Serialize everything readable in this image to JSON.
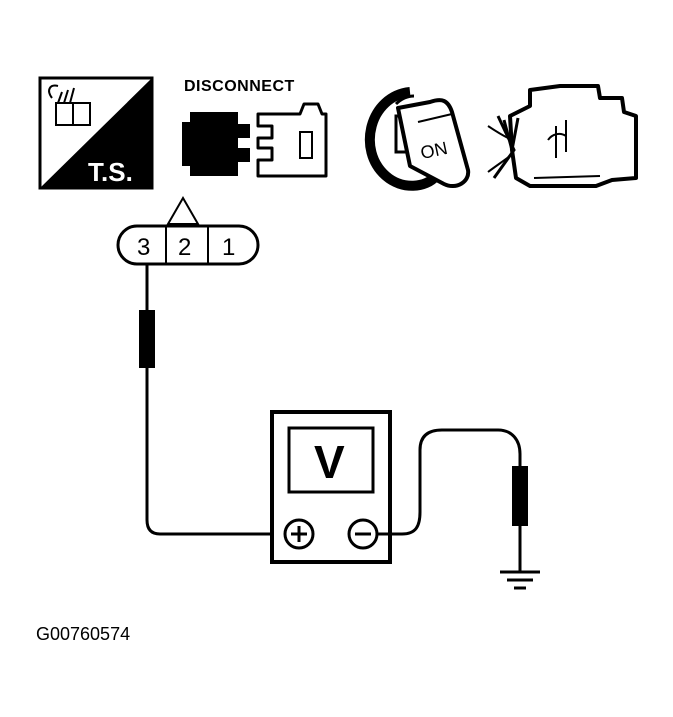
{
  "icons": {
    "ts_label": "T.S.",
    "disconnect_label": "DISCONNECT",
    "ignition_label": "ON"
  },
  "connector": {
    "pins": [
      "3",
      "2",
      "1"
    ]
  },
  "meter": {
    "symbol": "V",
    "positive_terminal": "+",
    "negative_terminal": "−"
  },
  "figure_code": "G00760574"
}
